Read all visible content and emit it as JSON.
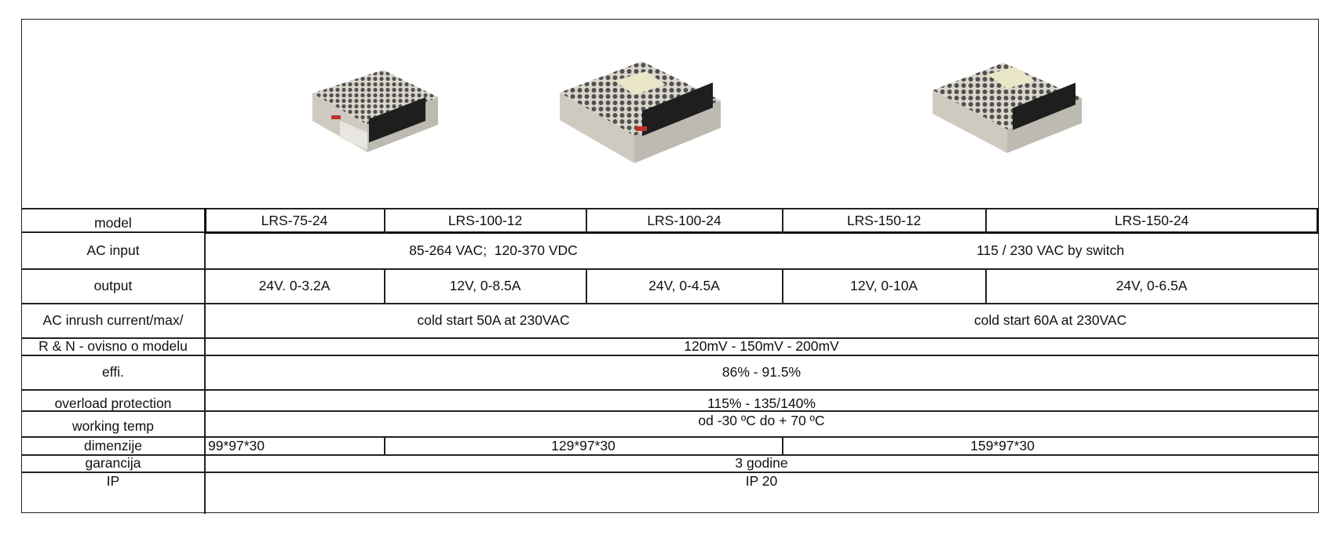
{
  "rows": {
    "model": {
      "label": "model",
      "values": [
        "LRS-75-24",
        "LRS-100-12",
        "LRS-100-24",
        "LRS-150-12",
        "LRS-150-24"
      ]
    },
    "ac_input": {
      "label": "AC input",
      "group_a": "85-264 VAC;  120-370 VDC",
      "group_b": "115 / 230 VAC by switch"
    },
    "output": {
      "label": "output",
      "values": [
        "24V. 0-3.2A",
        "12V, 0-8.5A",
        "24V, 0-4.5A",
        "12V, 0-10A",
        "24V, 0-6.5A"
      ]
    },
    "inrush": {
      "label": "AC inrush current/max/",
      "group_a": "cold start 50A at 230VAC",
      "group_b": "cold start 60A at 230VAC"
    },
    "ripple_noise": {
      "label": "R & N - ovisno o modelu",
      "value": "120mV - 150mV - 200mV"
    },
    "efficiency": {
      "label": "effi.",
      "value": "86% - 91.5%"
    },
    "overload": {
      "label": "overload protection",
      "value": "115% - 135/140%"
    },
    "working_temp": {
      "label": "working temp",
      "value": "od -30 ºC do + 70 ºC"
    },
    "dimensions": {
      "label": "dimenzije",
      "lrs75": "99*97*30",
      "lrs100": "129*97*30",
      "lrs150": "159*97*30"
    },
    "warranty": {
      "label": "garancija",
      "value": "3 godine"
    },
    "ip": {
      "label": "IP",
      "value": "IP 20"
    }
  },
  "images": [
    "power-supply-small",
    "power-supply-medium",
    "power-supply-large"
  ]
}
